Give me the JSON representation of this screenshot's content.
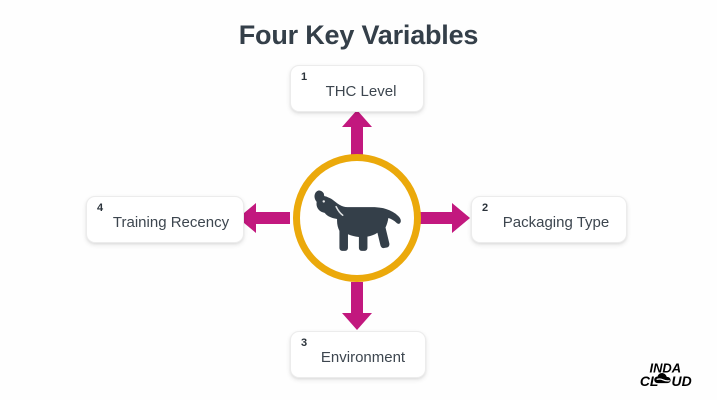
{
  "page": {
    "title": "Four Key Variables",
    "background_color": "#fefefe"
  },
  "colors": {
    "title_text": "#343f49",
    "arrow": "#c2187e",
    "hub_ring": "#eba90b",
    "hub_fill": "#ffffff",
    "dog_silhouette": "#343f49",
    "card_background": "#ffffff",
    "card_text": "#3d464f",
    "badge_text": "#2b333b",
    "logo": "#000000"
  },
  "center": {
    "icon_name": "dog-silhouette-icon",
    "ring_color": "#eba90b"
  },
  "arrows": [
    {
      "name": "arrow-up",
      "direction": "up",
      "color": "#c2187e",
      "points_to": "THC Level"
    },
    {
      "name": "arrow-right",
      "direction": "right",
      "color": "#c2187e",
      "points_to": "Packaging Type"
    },
    {
      "name": "arrow-down",
      "direction": "down",
      "color": "#c2187e",
      "points_to": "Environment"
    },
    {
      "name": "arrow-left",
      "direction": "left",
      "color": "#c2187e",
      "points_to": "Training Recency"
    }
  ],
  "cards": [
    {
      "badge": "1",
      "label": "THC Level",
      "position": "top"
    },
    {
      "badge": "2",
      "label": "Packaging Type",
      "position": "right"
    },
    {
      "badge": "3",
      "label": "Environment",
      "position": "bottom"
    },
    {
      "badge": "4",
      "label": "Training Recency",
      "position": "left"
    }
  ],
  "logo": {
    "line1": "INDA",
    "line2_pre": "CL",
    "line2_post": "UD",
    "icon_name": "cloud-icon",
    "full_text": "INDA CLOUD"
  }
}
